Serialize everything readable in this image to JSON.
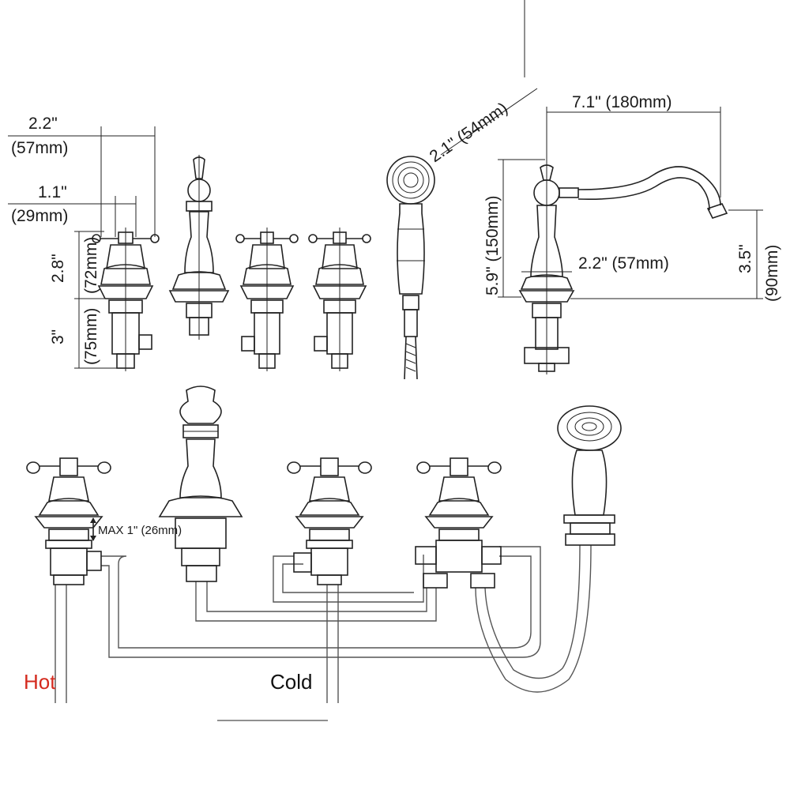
{
  "dimensions": {
    "width_2_2_in": "2.2\"",
    "width_2_2_mm": "(57mm)",
    "width_1_1_in": "1.1\"",
    "width_1_1_mm": "(29mm)",
    "height_2_8_in": "2.8\"",
    "height_2_8_mm": "(72mm)",
    "height_3_in": "3\"",
    "height_3_mm": "(75mm)",
    "shower_head_diameter": "2.1\" (54mm)",
    "spout_reach": "7.1\" (180mm)",
    "spout_height": "5.9\" (150mm)",
    "spout_base_width": "2.2\" (57mm)",
    "spout_drop_in": "3.5\"",
    "spout_drop_mm": "(90mm)",
    "max_deck_thickness": "MAX 1\" (26mm)"
  },
  "labels": {
    "hot": "Hot",
    "cold": "Cold"
  },
  "colors": {
    "hot": "#d42a1e",
    "cold": "#111111",
    "line": "#222222"
  }
}
